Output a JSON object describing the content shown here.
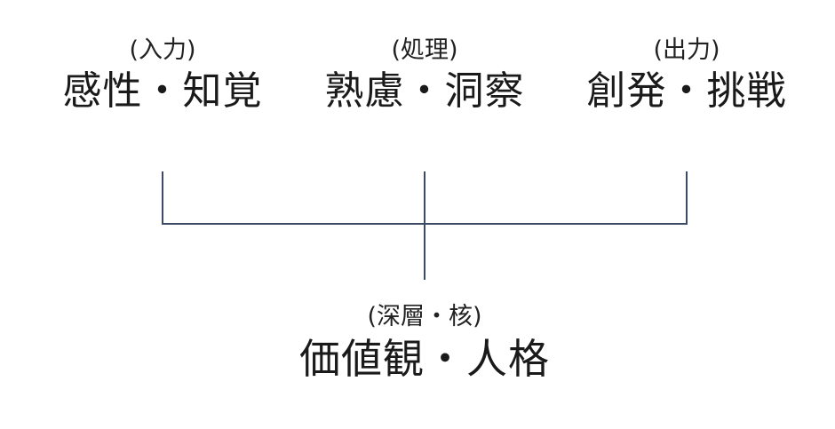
{
  "diagram": {
    "input": {
      "sub": "(入力)",
      "main": "感性・知覚"
    },
    "process": {
      "sub": "(処理)",
      "main": "熟慮・洞察"
    },
    "output": {
      "sub": "(出力)",
      "main": "創発・挑戦"
    },
    "core": {
      "sub": "(深層・核)",
      "main": "価値観・人格"
    }
  },
  "colors": {
    "line": "#3d4a66",
    "text": "#1a1a1a"
  }
}
